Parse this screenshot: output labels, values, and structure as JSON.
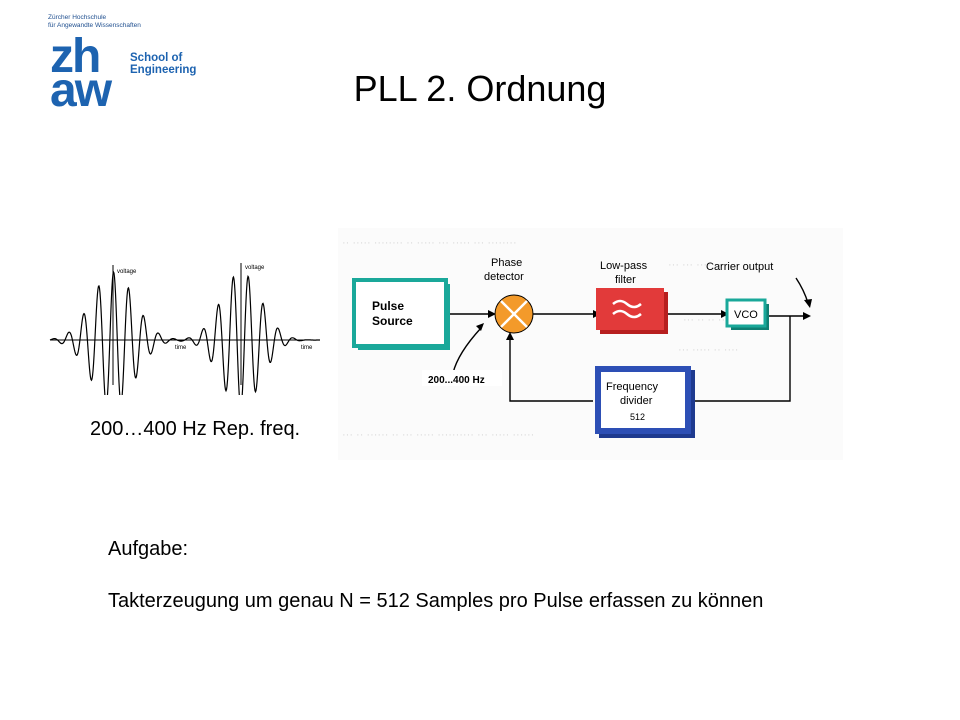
{
  "logo": {
    "tagline_1": "Zürcher Hochschule",
    "tagline_2": "für Angewandte Wissenschaften",
    "mark_1": "zh",
    "mark_2": "aw",
    "school_1": "School of",
    "school_2": "Engineering"
  },
  "title": "PLL 2. Ordnung",
  "waveform": {
    "axis_y": "voltage",
    "axis_x": "time"
  },
  "diagram": {
    "pulse_source": [
      "Pulse",
      "Source"
    ],
    "phase_detector": [
      "Phase",
      "detector"
    ],
    "low_pass": [
      "Low-pass",
      "filter"
    ],
    "carrier_output": "Carrier output",
    "vco": "VCO",
    "freq_divider": [
      "Frequency",
      "divider",
      "512"
    ],
    "input_freq": "200...400 Hz",
    "colors": {
      "pulse": "#1aa89a",
      "phase": "#f39a2a",
      "filter": "#e23a3a",
      "vco": "#1aa89a",
      "divider": "#2d4fb5"
    }
  },
  "caption": "200…400 Hz Rep. freq.",
  "task": {
    "label": "Aufgabe:",
    "text": "Takterzeugung um genau N = 512 Samples pro Pulse erfassen zu können"
  }
}
